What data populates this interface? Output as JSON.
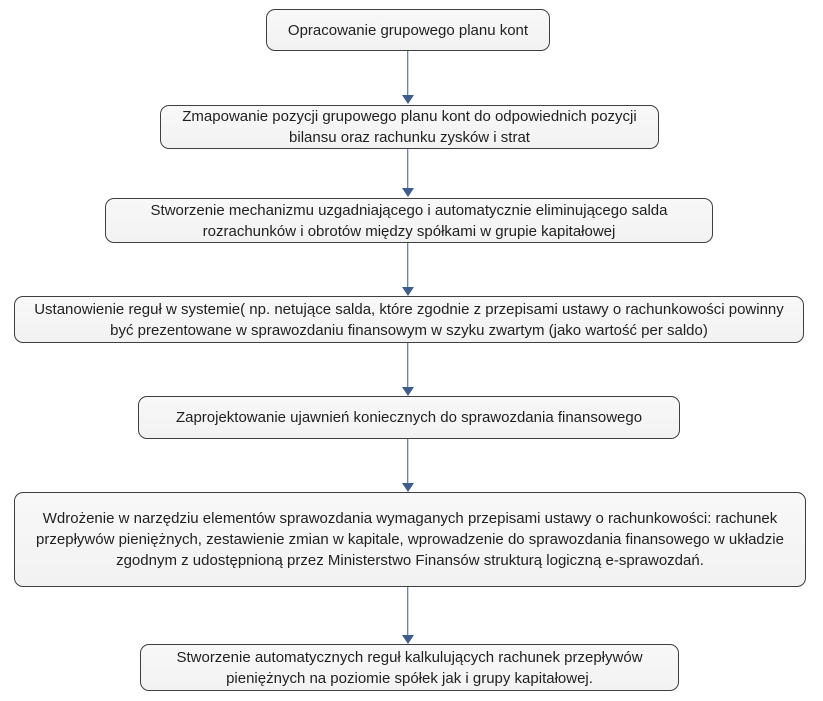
{
  "diagram": {
    "type": "flowchart",
    "direction": "top-down",
    "steps": [
      {
        "text": "Opracowanie grupowego planu kont"
      },
      {
        "text": "Zmapowanie pozycji grupowego planu kont do odpowiednich pozycji bilansu oraz rachunku zysków i strat"
      },
      {
        "text": "Stworzenie mechanizmu uzgadniającego i automatycznie eliminującego salda rozrachunków i obrotów między spółkami w grupie kapitałowej"
      },
      {
        "text": "Ustanowienie reguł w systemie( np. netujące salda, które zgodnie z przepisami ustawy o rachunkowości powinny być prezentowane w sprawozdaniu finansowym w szyku zwartym (jako wartość per saldo)"
      },
      {
        "text": "Zaprojektowanie ujawnień koniecznych do sprawozdania finansowego"
      },
      {
        "text": "Wdrożenie w narzędziu elementów sprawozdania wymaganych przepisami ustawy o rachunkowości: rachunek przepływów pieniężnych, zestawienie zmian w kapitale, wprowadzenie do sprawozdania finansowego w układzie zgodnym z udostępnioną przez Ministerstwo Finansów strukturą logiczną e-sprawozdań."
      },
      {
        "text": "Stworzenie automatycznych reguł kalkulujących rachunek przepływów pieniężnych na poziomie spółek jak i grupy kapitałowej."
      }
    ],
    "connector_count": 6
  },
  "colors": {
    "box_fill": "#f2f2f2",
    "box_fill_top": "#f8f8f8",
    "box_border": "#3f3f3f",
    "arrow": "#3f5c8f",
    "text": "#1f1f1f",
    "background": "#ffffff"
  }
}
